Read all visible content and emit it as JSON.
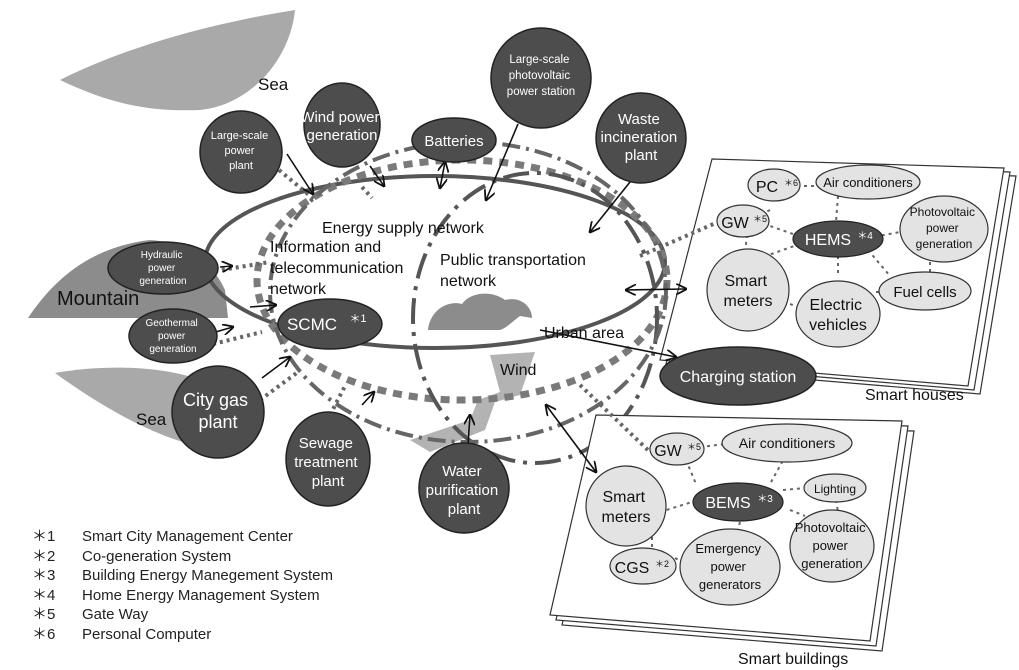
{
  "regions": {
    "sea_top": "Sea",
    "mountain": "Mountain",
    "sea_bottom": "Sea",
    "wind": "Wind",
    "urban_area": "Urban area"
  },
  "networks": {
    "energy_supply": "Energy supply network",
    "info_telecom": [
      "Information and",
      "telecommunication",
      "network"
    ],
    "public_transport": [
      "Public transportation",
      "network"
    ]
  },
  "nodes": {
    "large_scale_power": [
      "Large-scale",
      "power",
      "plant"
    ],
    "wind_power": [
      "Wind power",
      "generation"
    ],
    "batteries": "Batteries",
    "large_scale_pv": [
      "Large-scale",
      "photovoltaic",
      "power station"
    ],
    "waste_incineration": [
      "Waste",
      "incineration",
      "plant"
    ],
    "hydraulic": [
      "Hydraulic",
      "power",
      "generation"
    ],
    "geothermal": [
      "Geothermal",
      "power",
      "generation"
    ],
    "scmc": "SCMC",
    "scmc_sup": "＊1",
    "city_gas": [
      "City gas",
      "plant"
    ],
    "sewage": [
      "Sewage",
      "treatment",
      "plant"
    ],
    "water_purification": [
      "Water",
      "purification",
      "plant"
    ],
    "charging_station": "Charging station"
  },
  "smart_houses": {
    "caption": "Smart houses",
    "pc": "PC",
    "pc_sup": "＊6",
    "air_conditioners": "Air conditioners",
    "gw": "GW",
    "gw_sup": "＊5",
    "hems": "HEMS",
    "hems_sup": "＊4",
    "photovoltaic": [
      "Photovoltaic",
      "power",
      "generation"
    ],
    "smart_meters": [
      "Smart",
      "meters"
    ],
    "fuel_cells": "Fuel cells",
    "electric_vehicles": [
      "Electric",
      "vehicles"
    ]
  },
  "smart_buildings": {
    "caption": "Smart buildings",
    "gw": "GW",
    "gw_sup": "＊5",
    "air_conditioners": "Air conditioners",
    "lighting": "Lighting",
    "smart_meters": [
      "Smart",
      "meters"
    ],
    "bems": "BEMS",
    "bems_sup": "＊3",
    "photovoltaic": [
      "Photovoltaic",
      "power",
      "generation"
    ],
    "cgs": "CGS",
    "cgs_sup": "＊2",
    "emergency": [
      "Emergency",
      "power",
      "generators"
    ]
  },
  "footnotes": [
    {
      "num": "＊1",
      "text": "Smart City Management Center"
    },
    {
      "num": "＊2",
      "text": "Co-generation System"
    },
    {
      "num": "＊3",
      "text": "Building Energy Manegement System"
    },
    {
      "num": "＊4",
      "text": "Home Energy Management System"
    },
    {
      "num": "＊5",
      "text": "Gate Way"
    },
    {
      "num": "＊6",
      "text": "Personal Computer"
    }
  ]
}
